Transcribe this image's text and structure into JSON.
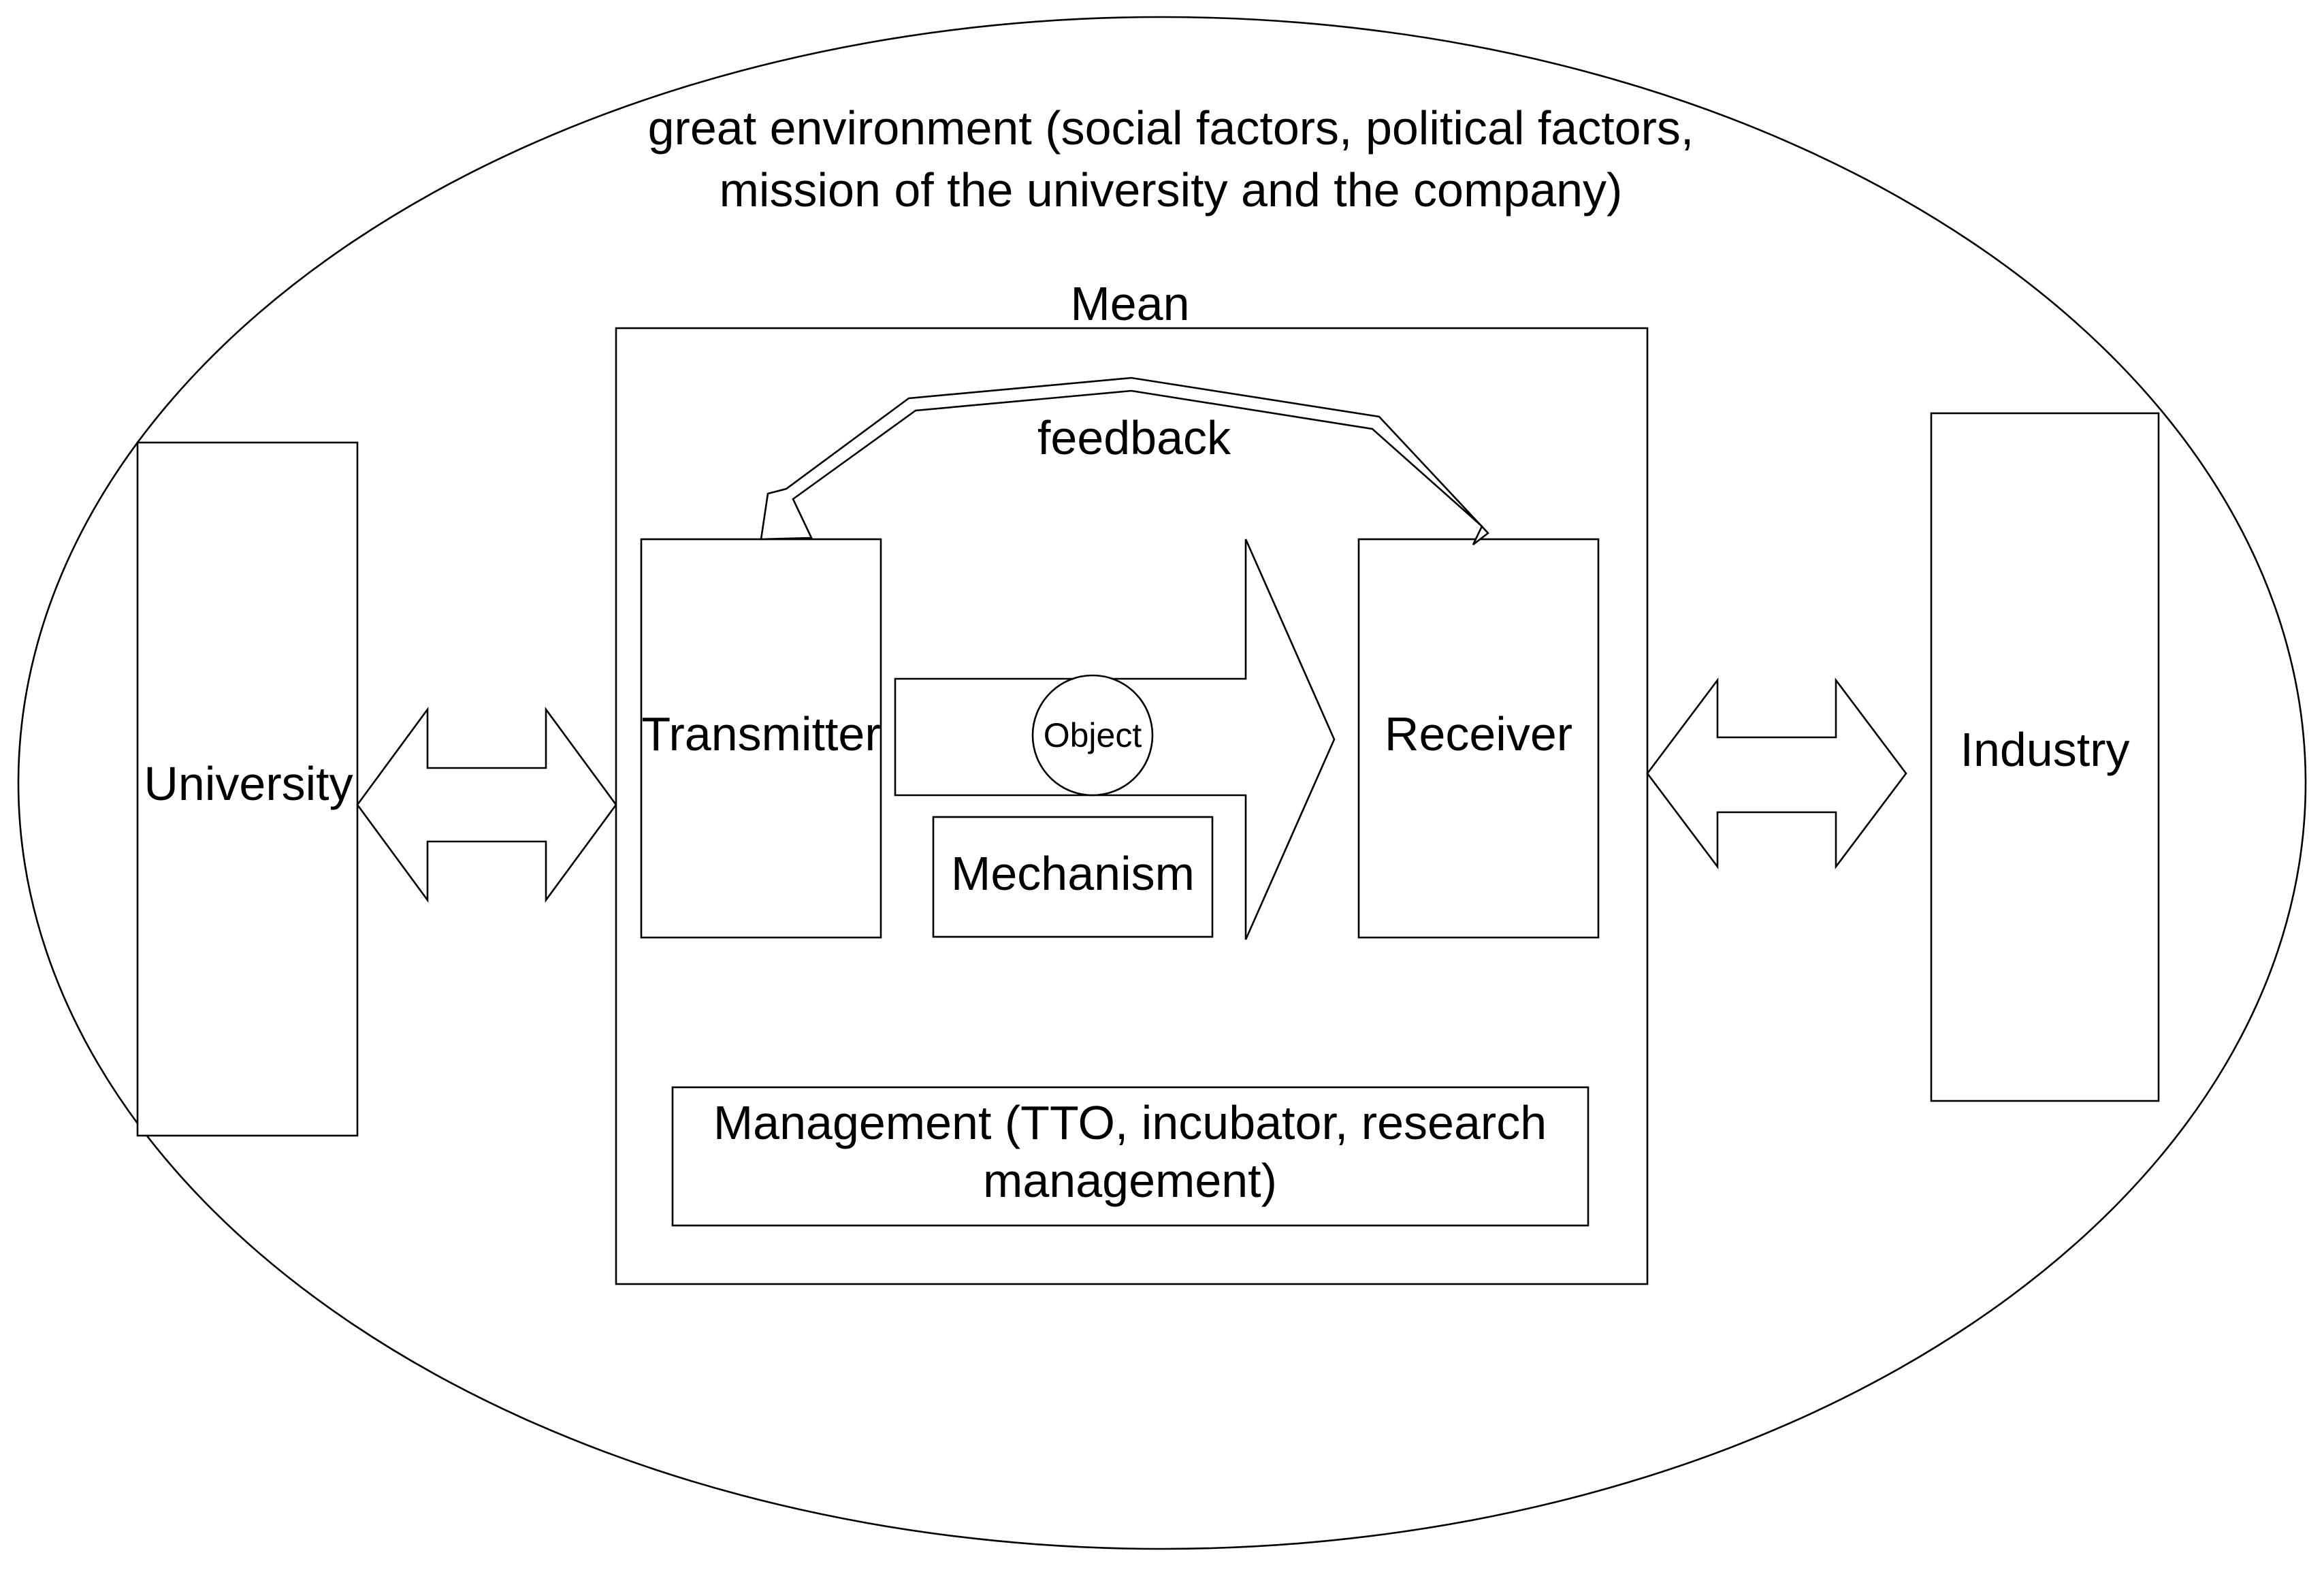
{
  "environment": {
    "line1": "great environment (social factors, political factors,",
    "line2": "mission of the university and the company)"
  },
  "mean": {
    "title": "Mean"
  },
  "university": {
    "label": "University"
  },
  "industry": {
    "label": "Industry"
  },
  "transmitter": {
    "label": "Transmitter"
  },
  "receiver": {
    "label": "Receiver"
  },
  "feedback": {
    "label": "feedback"
  },
  "object": {
    "label": "Object"
  },
  "mechanism": {
    "label": "Mechanism"
  },
  "management": {
    "line1": "Management (TTO, incubator, research",
    "line2": "management)"
  },
  "colors": {
    "stroke": "#000000",
    "fill": "#ffffff"
  }
}
